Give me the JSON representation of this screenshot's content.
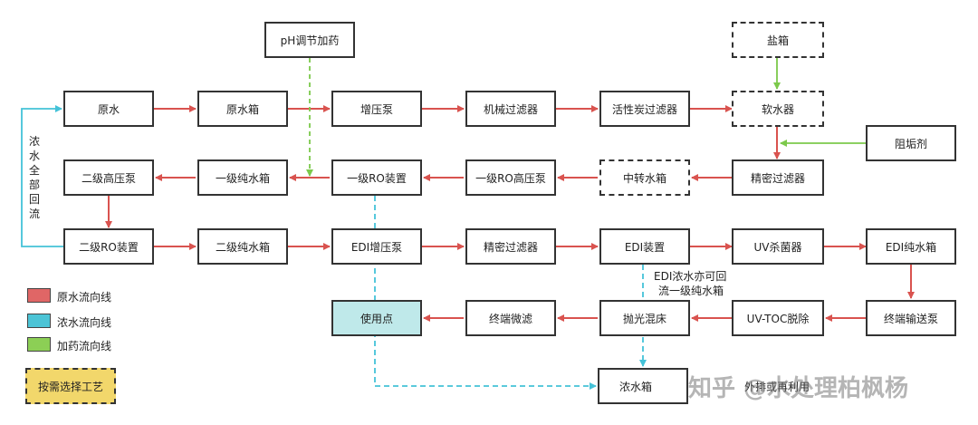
{
  "nodes": {
    "ph": "pH调节加药",
    "salt": "盐箱",
    "raw_water": "原水",
    "raw_tank": "原水箱",
    "booster": "增压泵",
    "mech_filter": "机械过滤器",
    "carbon_filter": "活性炭过滤器",
    "softener": "软水器",
    "antiscalant": "阻垢剂",
    "fine_filter1": "精密过滤器",
    "mid_tank": "中转水箱",
    "ro1_pump": "一级RO高压泵",
    "ro1": "一级RO装置",
    "pure_tank1": "一级纯水箱",
    "ro2_pump": "二级高压泵",
    "ro2": "二级RO装置",
    "pure_tank2": "二级纯水箱",
    "edi_pump": "EDI增压泵",
    "fine_filter2": "精密过滤器",
    "edi": "EDI装置",
    "uv": "UV杀菌器",
    "edi_tank": "EDI纯水箱",
    "end_pump": "终端输送泵",
    "uvtoc": "UV-TOC脱除",
    "polish": "抛光混床",
    "end_micro": "终端微滤",
    "use_point": "使用点",
    "conc_tank": "浓水箱"
  },
  "annotations": {
    "reflux": "浓水全部回流",
    "edi_note_line1": "EDI浓水亦可回",
    "edi_note_line2": "流一级纯水箱",
    "drain": "外排或再利用"
  },
  "legend": {
    "raw": "原水流向线",
    "conc": "浓水流向线",
    "dose": "加药流向线",
    "optional": "按需选择工艺"
  },
  "colors": {
    "raw": "#d9534f",
    "conc": "#44c2d8",
    "dose": "#7cc94b",
    "cyan_fill": "#bfe9ea",
    "yellow_fill": "#f2d76b"
  },
  "watermark": "知乎 @水处理柏枫杨"
}
